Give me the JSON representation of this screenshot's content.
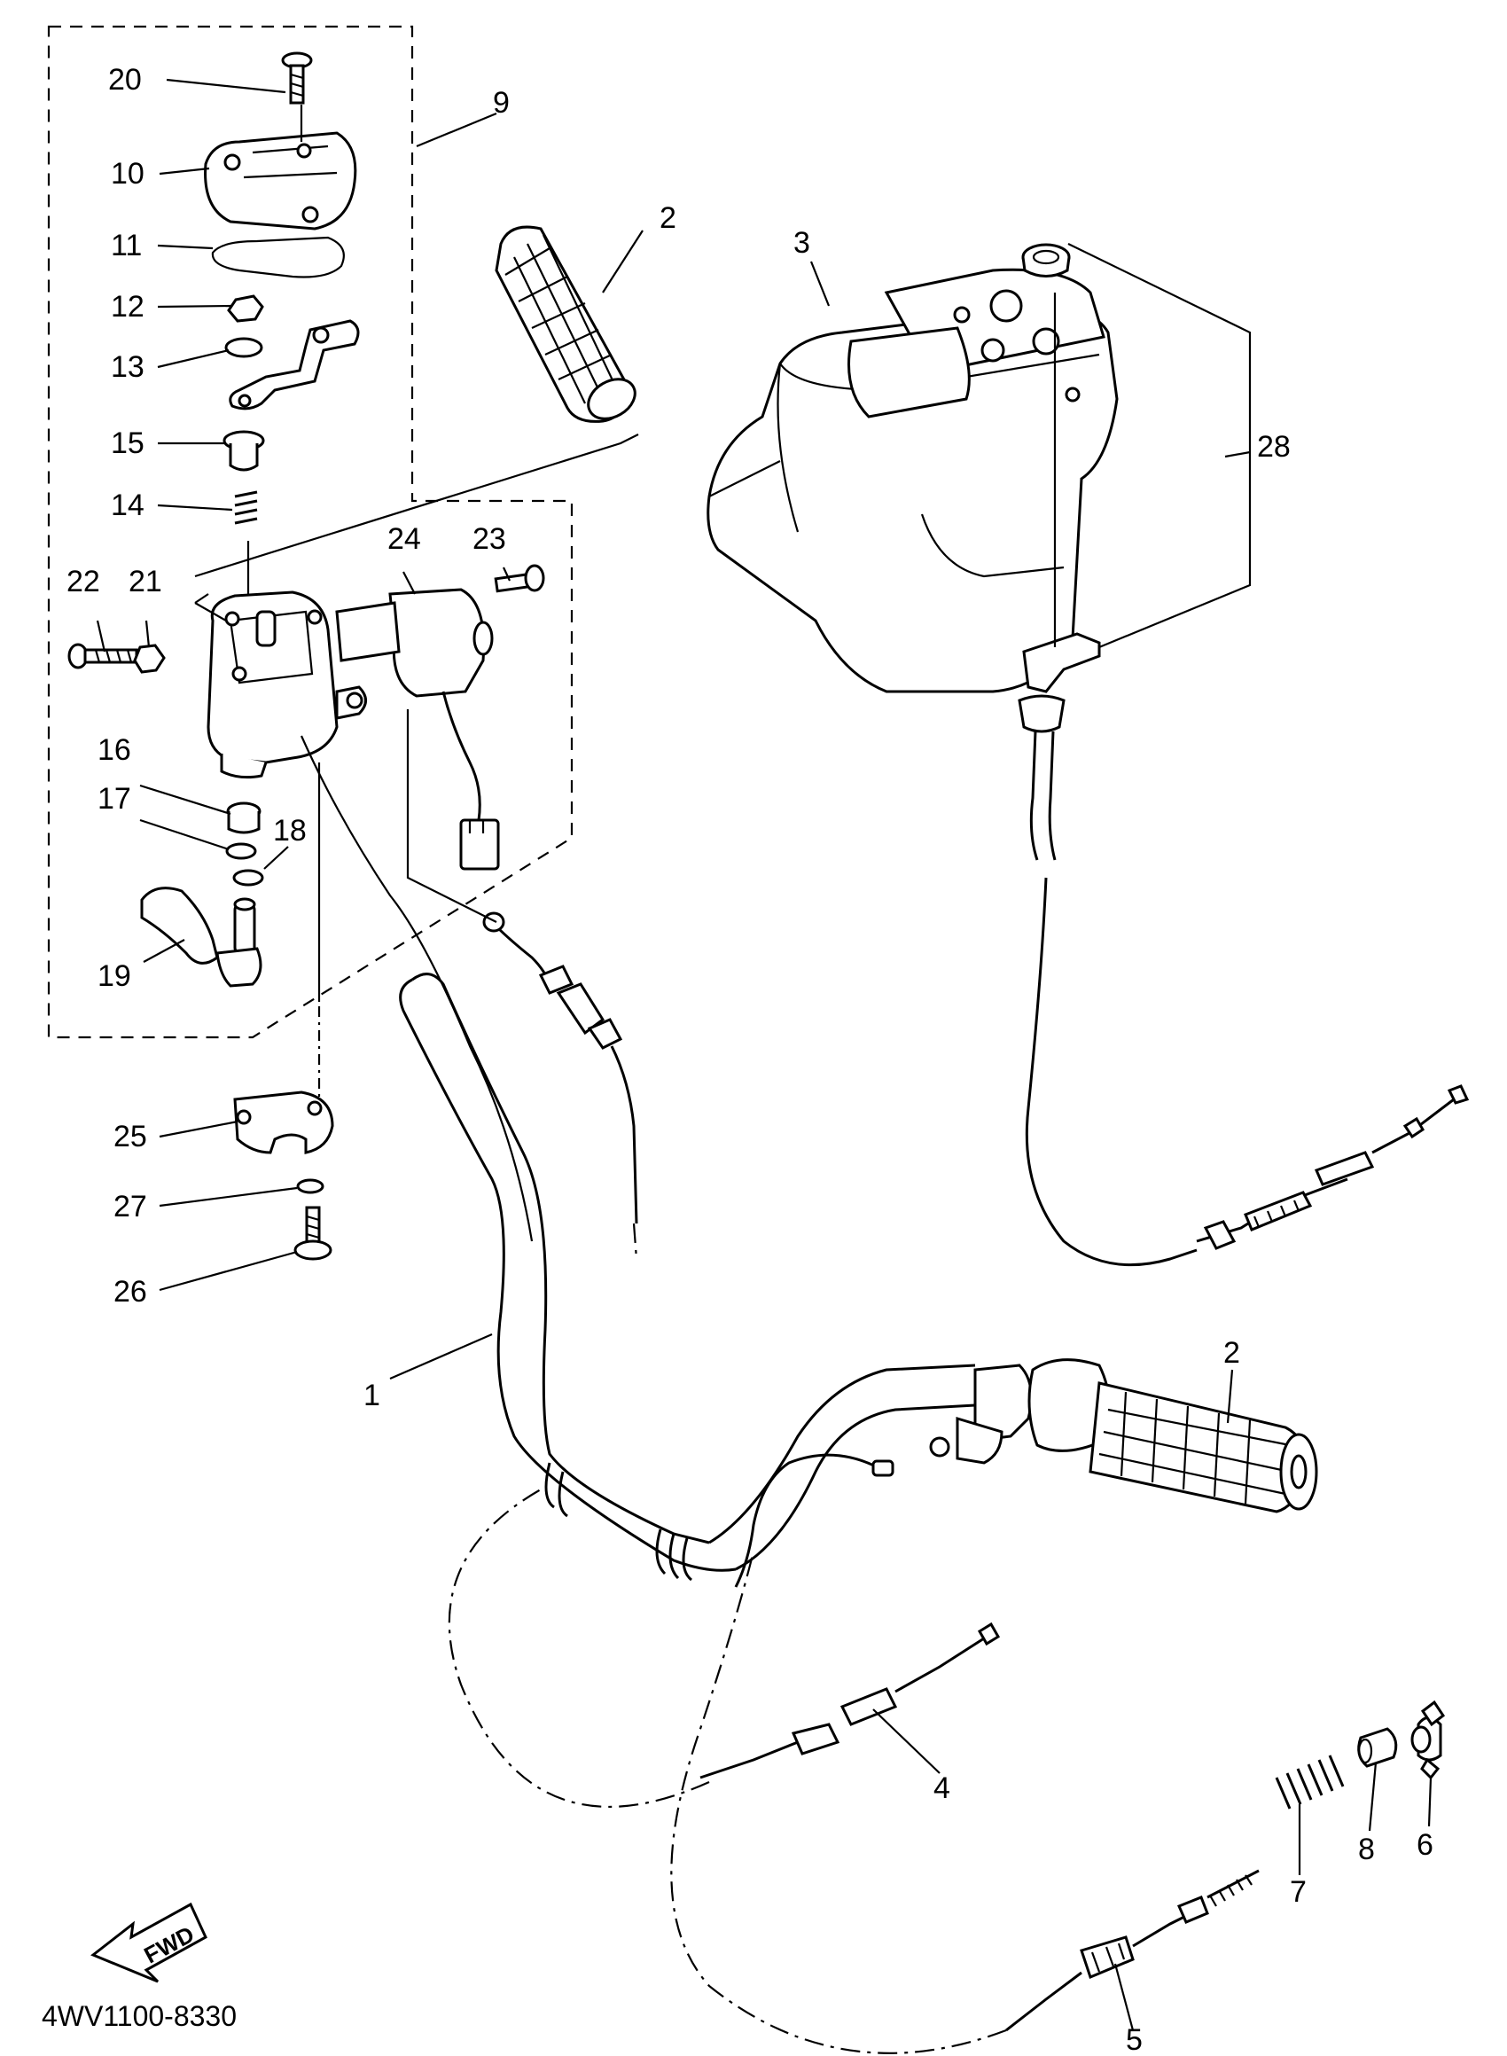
{
  "diagram_code": "4WV1100-8330",
  "fwd_label": "FWD",
  "callouts": [
    {
      "id": "c1",
      "text": "1"
    },
    {
      "id": "c2a",
      "text": "2"
    },
    {
      "id": "c2b",
      "text": "2"
    },
    {
      "id": "c3",
      "text": "3"
    },
    {
      "id": "c4",
      "text": "4"
    },
    {
      "id": "c5",
      "text": "5"
    },
    {
      "id": "c6",
      "text": "6"
    },
    {
      "id": "c7",
      "text": "7"
    },
    {
      "id": "c8",
      "text": "8"
    },
    {
      "id": "c9",
      "text": "9"
    },
    {
      "id": "c10",
      "text": "10"
    },
    {
      "id": "c11",
      "text": "11"
    },
    {
      "id": "c12",
      "text": "12"
    },
    {
      "id": "c13",
      "text": "13"
    },
    {
      "id": "c14",
      "text": "14"
    },
    {
      "id": "c15",
      "text": "15"
    },
    {
      "id": "c16",
      "text": "16"
    },
    {
      "id": "c17",
      "text": "17"
    },
    {
      "id": "c18",
      "text": "18"
    },
    {
      "id": "c19",
      "text": "19"
    },
    {
      "id": "c20",
      "text": "20"
    },
    {
      "id": "c21",
      "text": "21"
    },
    {
      "id": "c22",
      "text": "22"
    },
    {
      "id": "c23",
      "text": "23"
    },
    {
      "id": "c24",
      "text": "24"
    },
    {
      "id": "c25",
      "text": "25"
    },
    {
      "id": "c26",
      "text": "26"
    },
    {
      "id": "c27",
      "text": "27"
    },
    {
      "id": "c28",
      "text": "28"
    }
  ]
}
